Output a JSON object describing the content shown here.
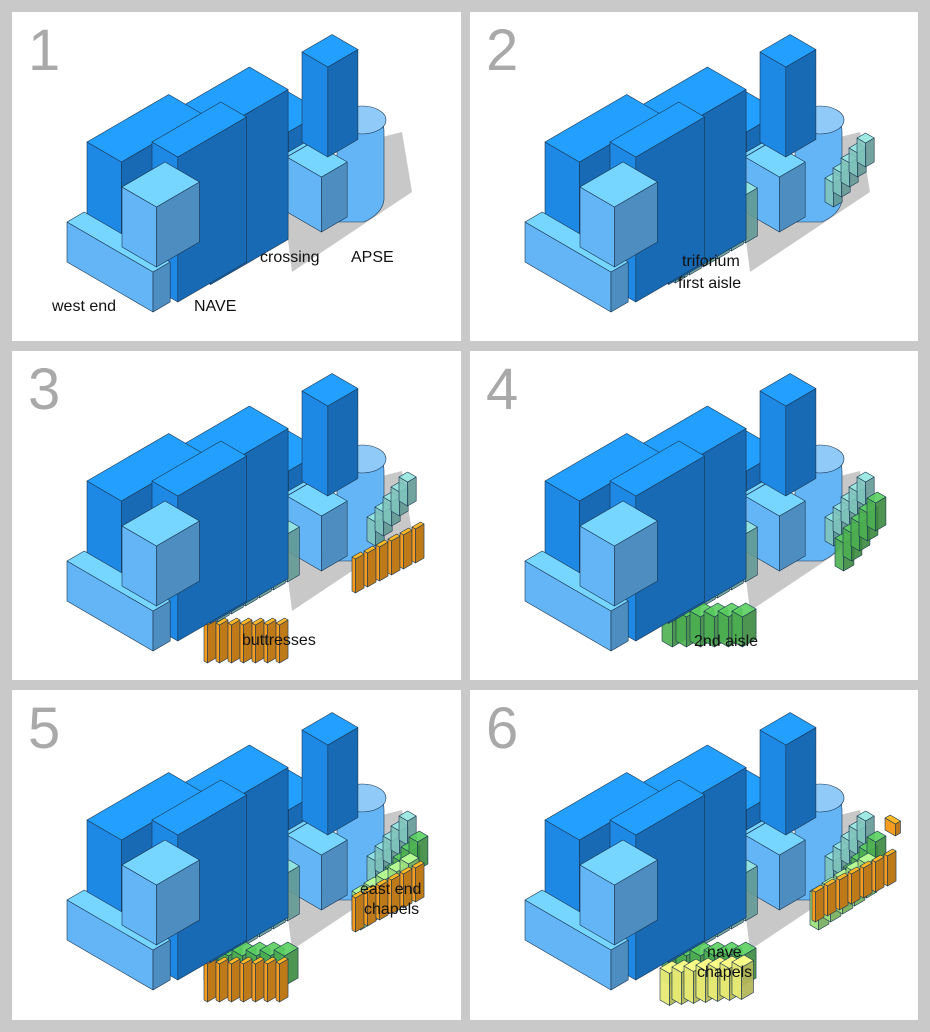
{
  "panels": [
    {
      "number": "1",
      "labels": [
        "west end",
        "NAVE",
        "crossing",
        "APSE"
      ]
    },
    {
      "number": "2",
      "labels": [
        "triforium",
        "first aisle"
      ]
    },
    {
      "number": "3",
      "labels": [
        "buttresses"
      ]
    },
    {
      "number": "4",
      "labels": [
        "2nd aisle"
      ]
    },
    {
      "number": "5",
      "labels": [
        "east end",
        "chapels"
      ]
    },
    {
      "number": "6",
      "labels": [
        "nave",
        "chapels"
      ]
    }
  ],
  "colors": {
    "background": "#c9c9c9",
    "tower_blue": "#1e88e5",
    "light_blue": "#64b5f6",
    "sky_blue": "#90caf9",
    "triforium_teal": "#7fc4bd",
    "aisle_green": "#4caf50",
    "buttress_orange": "#f39c20",
    "chapel_lightgreen": "#9ee27e",
    "nave_chapel_yellow": "#e7ea74",
    "number_gray": "#a9a9a9"
  }
}
